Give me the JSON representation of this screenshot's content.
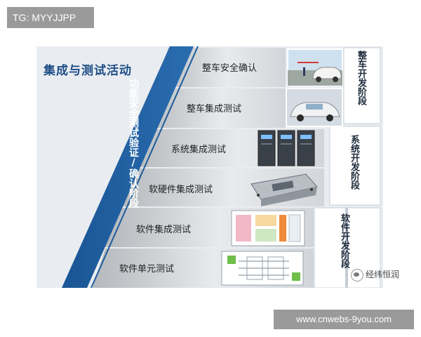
{
  "badge": {
    "text": "TG: MYYJJPP"
  },
  "title": "集成与测试活动",
  "validation_band": {
    "label": "功能安全测试验证/确认阶段"
  },
  "stages": [
    {
      "label": "整车安全确认"
    },
    {
      "label": "整车集成测试"
    },
    {
      "label": "系统集成测试"
    },
    {
      "label": "软硬件集成测试"
    },
    {
      "label": "软件集成测试"
    },
    {
      "label": "软件单元测试"
    }
  ],
  "phases": [
    {
      "label": "整车开发阶段"
    },
    {
      "label": "系统开发阶段"
    },
    {
      "label": "软件开发阶段"
    }
  ],
  "watermark": {
    "text": "经纬恒润"
  },
  "footer": {
    "url": "www.cnwebs-9you.com"
  },
  "colors": {
    "band": "#1e5c9c",
    "title": "#1e4d87",
    "background": "#e9edf1",
    "phase_box": "#ffffff"
  }
}
